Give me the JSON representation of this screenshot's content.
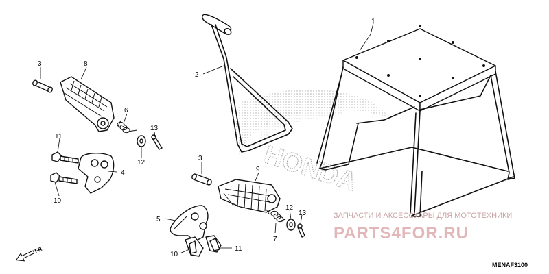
{
  "callouts": {
    "c1": "1",
    "c2": "2",
    "c3a": "3",
    "c3b": "3",
    "c4": "4",
    "c5": "5",
    "c6": "6",
    "c7": "7",
    "c8": "8",
    "c9": "9",
    "c10a": "10",
    "c10b": "10",
    "c11a": "11",
    "c11b": "11",
    "c12a": "12",
    "c12b": "12",
    "c13a": "13",
    "c13b": "13"
  },
  "watermark": {
    "brand_text": "HONDA",
    "top_line": "ЗАПЧАСТИ И АКСЕССУАРЫ ДЛЯ МОТОТЕХНИКИ",
    "main_text": "PARTS4FOR.RU"
  },
  "front_indicator": "FR.",
  "diagram_code": "MENAF3100"
}
